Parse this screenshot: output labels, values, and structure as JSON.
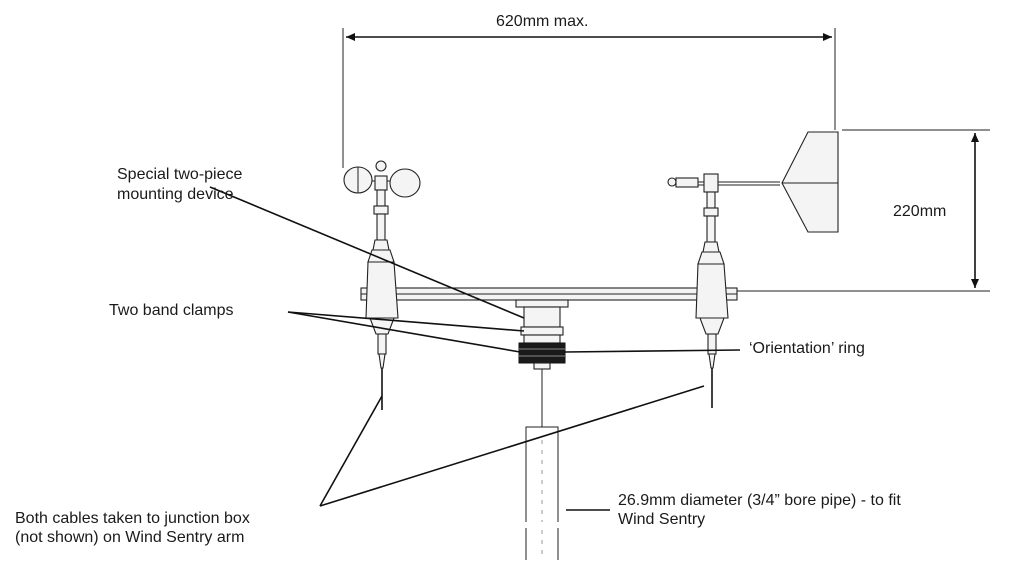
{
  "labels": {
    "width_dim": "620mm max.",
    "height_dim": "220mm",
    "mounting_line1": "Special two-piece",
    "mounting_line2": "mounting device",
    "band_clamps": "Two band clamps",
    "orientation_ring": "‘Orientation’ ring",
    "pipe_line1": "26.9mm diameter (3/4” bore pipe) - to fit",
    "pipe_line2": "Wind Sentry",
    "cables_line1": "Both cables taken to junction box",
    "cables_line2": "(not shown) on Wind Sentry arm"
  }
}
